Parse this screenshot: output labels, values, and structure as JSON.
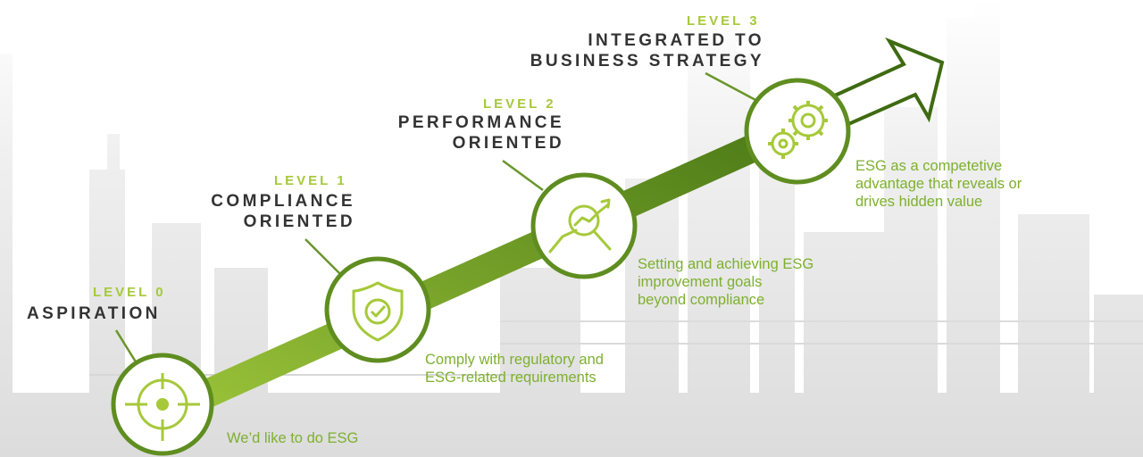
{
  "colors": {
    "accent_green": "#a6c93a",
    "dark_green": "#5f8d20",
    "text_dark": "#333333",
    "desc_green": "#7eb02f"
  },
  "levels": [
    {
      "level": "LEVEL 0",
      "title_lines": [
        "ASPIRATION"
      ],
      "description_lines": [
        "We’d like to do ESG"
      ],
      "icon": "target-crosshair-icon"
    },
    {
      "level": "LEVEL 1",
      "title_lines": [
        "COMPLIANCE",
        "ORIENTED"
      ],
      "description_lines": [
        "Comply with regulatory and",
        "ESG-related requirements"
      ],
      "icon": "shield-check-icon"
    },
    {
      "level": "LEVEL 2",
      "title_lines": [
        "PERFORMANCE",
        "ORIENTED"
      ],
      "description_lines": [
        "Setting and achieving ESG",
        "improvement goals",
        "beyond compliance"
      ],
      "icon": "chart-magnifier-icon"
    },
    {
      "level": "LEVEL 3",
      "title_lines": [
        "INTEGRATED TO",
        "BUSINESS STRATEGY"
      ],
      "description_lines": [
        "ESG as a competetive",
        "advantage that reveals or",
        "drives hidden value"
      ],
      "icon": "gears-icon"
    }
  ]
}
